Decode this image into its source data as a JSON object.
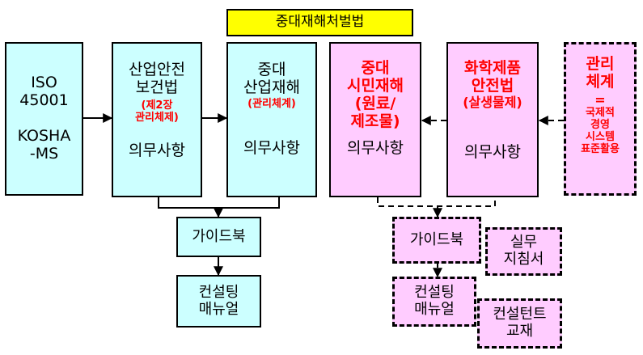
{
  "title": "중대재해처벌법",
  "boxes": {
    "iso": {
      "line1": "ISO",
      "line2": "45001",
      "line3": "KOSHA",
      "line4": "-MS"
    },
    "sanan": {
      "line1": "산업안전",
      "line2": "보건법",
      "sub1": "(제2장",
      "sub2": "관리체제)",
      "duty": "의무사항"
    },
    "jungdae_sanup": {
      "line1": "중대",
      "line2": "산업재해",
      "sub": "(관리체계)",
      "duty": "의무사항"
    },
    "jungdae_simin": {
      "line1": "중대",
      "line2": "시민재해",
      "line3": "(원료/",
      "line4": "제조물)",
      "duty": "의무사항"
    },
    "hwahak": {
      "line1": "화학제품",
      "line2": "안전법",
      "line3": "(살생물제)",
      "duty": "의무사항"
    },
    "gwanri": {
      "line1": "관리",
      "line2": "체계",
      "eq": "=",
      "s1": "국제적",
      "s2": "경영",
      "s3": "시스템",
      "s4": "표준활용"
    },
    "guide_left": {
      "label": "가이드북"
    },
    "consult_left": {
      "line1": "컨설팅",
      "line2": "매뉴얼"
    },
    "guide_right": {
      "label": "가이드북"
    },
    "silmu": {
      "line1": "실무",
      "line2": "지침서"
    },
    "consult_right": {
      "line1": "컨설팅",
      "line2": "매뉴얼"
    },
    "consultant": {
      "line1": "컨설턴트",
      "line2": "교재"
    }
  }
}
